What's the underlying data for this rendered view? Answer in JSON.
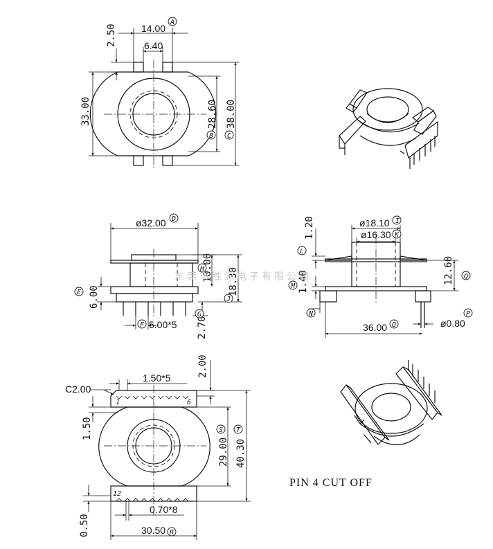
{
  "top_view": {
    "dims": {
      "a": "14.00",
      "b": "6.40",
      "c": "2.50",
      "d": "33.00",
      "e": "28.60",
      "f": "38.00"
    },
    "tags": {
      "a": "A",
      "b": "B",
      "c": "C"
    }
  },
  "front_view": {
    "dims": {
      "a": "ø32.00",
      "b": "10.00",
      "c": "18.30",
      "d": "6.00",
      "e": "5.00*5",
      "f": "2.70"
    },
    "tags": {
      "a": "D",
      "b": "H",
      "c": "J",
      "d": "E",
      "e": "F",
      "f": "G"
    }
  },
  "side_view": {
    "dims": {
      "a": "ø18.10",
      "b": "ø16.30",
      "c": "1.20",
      "d": "1.40",
      "e": "12.60",
      "f": "36.00",
      "g": "ø0.80"
    },
    "tags": {
      "a": "I",
      "b": "K",
      "c": "L",
      "d": "M",
      "e": "N",
      "f": "Q",
      "g": "O",
      "h": "P"
    }
  },
  "bottom_view": {
    "dims": {
      "a": "1.50*5",
      "b": "C2.00",
      "c": "2.00",
      "d": "1.50",
      "e": "29.00",
      "f": "40.30",
      "g": "0.70*8",
      "h": "0.50",
      "i": "30.50"
    },
    "tags": {
      "a": "S",
      "b": "T",
      "c": "R"
    },
    "pins": {
      "a": "1",
      "b": "6",
      "c": "12"
    }
  },
  "note": "PIN 4 CUT OFF",
  "watermark": "东莞市胜源电子有限公司"
}
